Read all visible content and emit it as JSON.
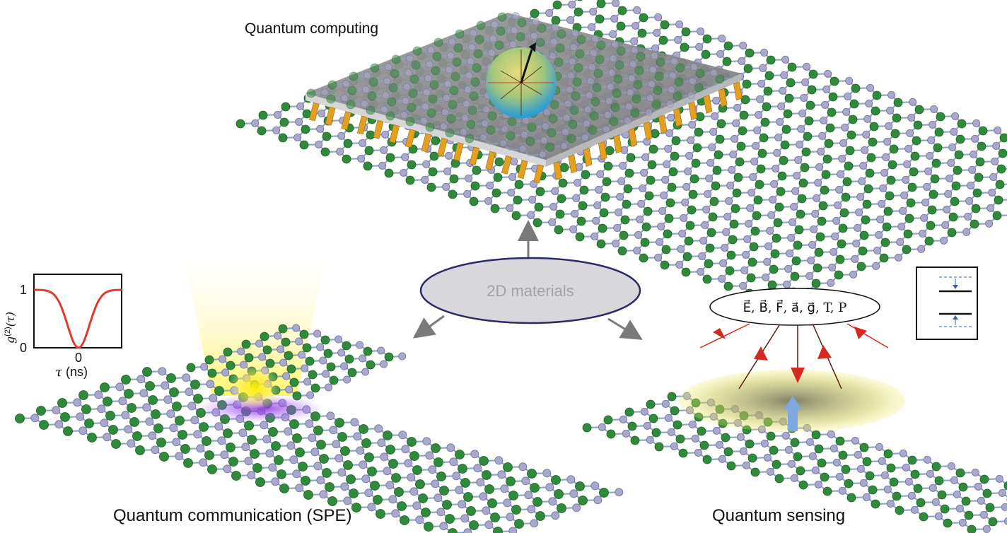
{
  "center": {
    "label": "2D materials"
  },
  "panels": {
    "computing": {
      "title": "Quantum computing"
    },
    "communication": {
      "title": "Quantum communication (SPE)"
    },
    "sensing": {
      "title": "Quantum sensing",
      "quantities": "E⃗, B⃗, F⃗, a⃗, g⃗, T, P"
    }
  },
  "inset_plot": {
    "y_label": "g",
    "y_superscript": "(2)",
    "y_arg": "(τ)",
    "y_tick_top": "1",
    "y_tick_bottom": "0",
    "x_tick": "0",
    "x_label_symbol": "τ",
    "x_label_unit": " (ns)",
    "curve_color": "#e03a2e"
  },
  "colors": {
    "atom_green": "#2f8a3a",
    "atom_lavender": "#a9a9cf",
    "bond": "#8aa8c8",
    "plate": "#8a8a8c",
    "pin": "#e3a020",
    "ellipse_fill": "#d8d8dc",
    "ellipse_stroke": "#2a2a6a",
    "arrow_red": "#d42a1f"
  }
}
